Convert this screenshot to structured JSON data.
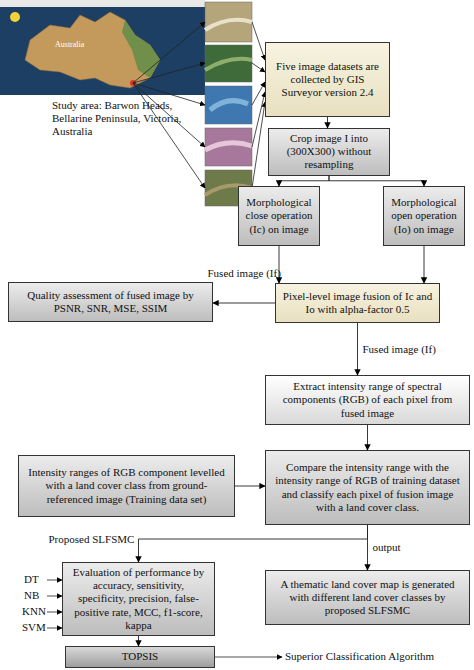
{
  "diagram": {
    "nodes": [
      {
        "text": [
          "Five image datasets are collected by GIS Surveyor version 2.4"
        ]
      },
      {
        "text": [
          "Crop image I into (300X300) without resampling"
        ]
      },
      {
        "text": [
          "Morphological close operation (Ic) on image"
        ]
      },
      {
        "text": [
          "Morphological open operation (Io) on image"
        ]
      },
      {
        "text": [
          "Quality assessment of fused image by PSNR, SNR, MSE, SSIM"
        ]
      },
      {
        "text": [
          "Pixel-level image fusion of Ic and Io with alpha-factor 0.5"
        ]
      },
      {
        "text": [
          "Extract intensity range of spectral components (RGB) of each pixel from fused image"
        ]
      },
      {
        "text": [
          "Intensity ranges of RGB component levelled with a land cover class from ground-referenced image (Training data set)"
        ]
      },
      {
        "text": [
          "Compare the intensity range with the intensity range of RGB of training dataset and classify each pixel of fusion image with a land cover class."
        ]
      },
      {
        "text": [
          "Evaluation of performance by accuracy, sensitivity, specificity, precision, false-positive rate, MCC, f1-score, kappa"
        ]
      },
      {
        "text": [
          "A thematic land cover map is generated with different land cover classes by proposed SLFSMC"
        ]
      },
      {
        "text": [
          "TOPSIS"
        ]
      }
    ],
    "edges": [
      {
        "from": 0,
        "to": 1,
        "arrow": "to"
      },
      {
        "from": 1,
        "to": 2,
        "arrow": "to"
      },
      {
        "from": 1,
        "to": 3,
        "arrow": "to"
      },
      {
        "from": 2,
        "to": 5,
        "arrow": "to"
      },
      {
        "from": 3,
        "to": 5,
        "arrow": "to"
      },
      {
        "from": 5,
        "to": 4,
        "label": "Fused image (If)",
        "arrow": "to"
      },
      {
        "from": 5,
        "to": 6,
        "label": "Fused image (If)",
        "arrow": "to"
      },
      {
        "from": 6,
        "to": 8,
        "arrow": "to"
      },
      {
        "from": 7,
        "to": 8,
        "arrow": "to"
      },
      {
        "from": 8,
        "to": 9,
        "label": "Proposed SLFSMC",
        "arrow": "to"
      },
      {
        "from": 8,
        "to": 10,
        "label": "output",
        "arrow": "to"
      },
      {
        "from": 9,
        "to": 11,
        "arrow": "to"
      }
    ],
    "labels": [
      "Australia",
      "Study area: Barwon Heads, Bellarine Peninsula, Victoria, Australia",
      "DT",
      "NB",
      "KNN",
      "SVM",
      "Superior Classification Algorithm"
    ]
  }
}
